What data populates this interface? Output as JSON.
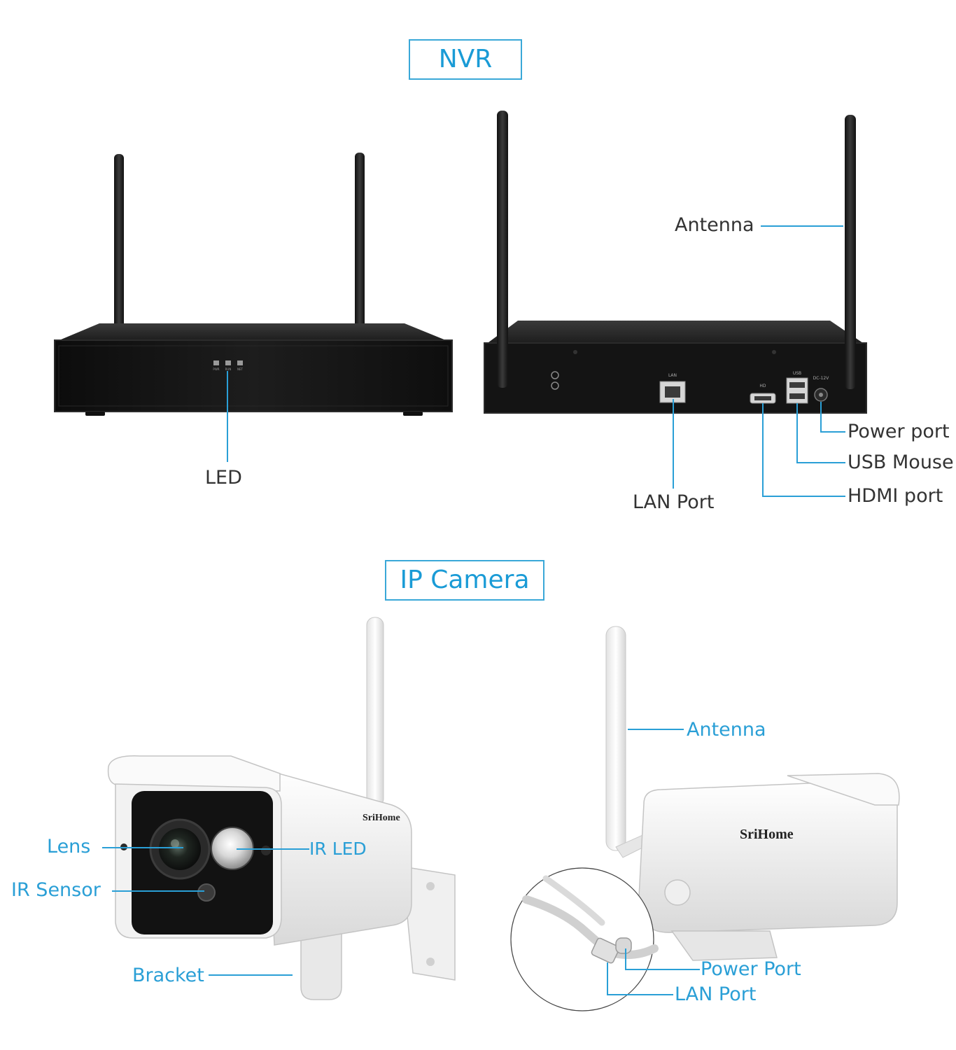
{
  "sections": {
    "nvr_title": "NVR",
    "camera_title": "IP Camera"
  },
  "nvr": {
    "front": {
      "led_labels": [
        "PWR",
        "RUN",
        "NET"
      ],
      "callout_led": "LED"
    },
    "back": {
      "port_labels": {
        "lan": "LAN",
        "hd": "HD",
        "usb": "USB",
        "dc": "DC-12V"
      },
      "callout_antenna": "Antenna",
      "callout_power_port": "Power port",
      "callout_usb_mouse": "USB Mouse",
      "callout_hdmi_port": "HDMI port",
      "callout_lan_port": "LAN Port"
    }
  },
  "camera": {
    "front": {
      "brand": "SriHome",
      "callout_lens": "Lens",
      "callout_ir_led": "IR LED",
      "callout_ir_sensor": "IR Sensor",
      "callout_bracket": "Bracket"
    },
    "back": {
      "brand": "SriHome",
      "callout_antenna": "Antenna",
      "callout_power_port": "Power Port",
      "callout_lan_port": "LAN Port"
    }
  },
  "colors": {
    "accent": "#1a9bd6",
    "device_black": "#1b1b1b",
    "camera_white": "#f2f2f2"
  }
}
